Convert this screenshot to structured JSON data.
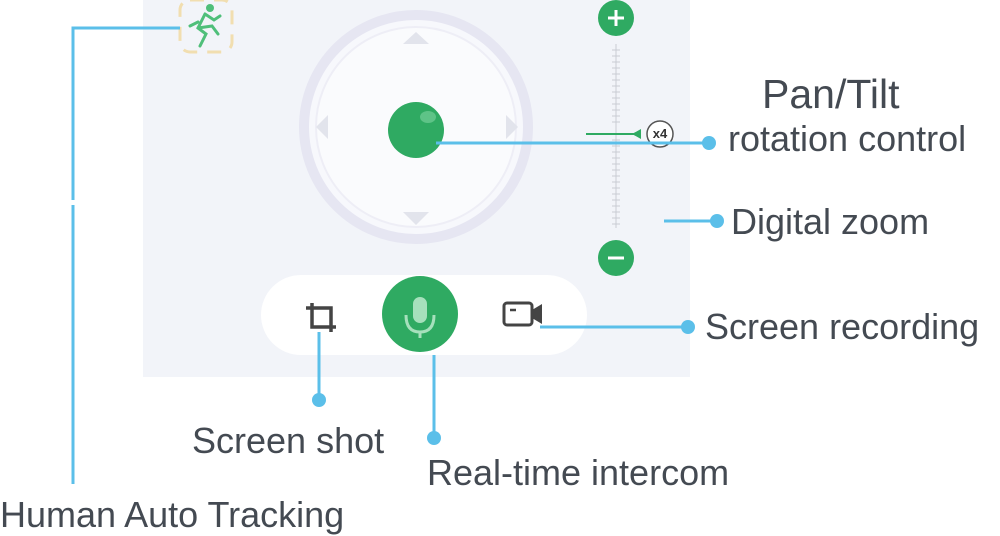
{
  "labels": {
    "pan_tilt_line1": "Pan/Tilt",
    "pan_tilt_line2": "rotation control",
    "digital_zoom": "Digital zoom",
    "screen_recording": "Screen recording",
    "screen_shot": "Screen shot",
    "real_time_intercom": "Real-time intercom",
    "human_auto_tracking": "Human Auto Tracking"
  },
  "zoom": {
    "badge": "x4",
    "plus_symbol": "+",
    "minus_symbol": "−"
  },
  "icons": {
    "tracking": "running-person-icon",
    "joystick": "joystick-knob-icon",
    "screenshot": "crop-icon",
    "intercom": "microphone-icon",
    "recording": "video-camera-icon"
  },
  "colors": {
    "accent": "#2faa62",
    "callout": "#5bbfe9",
    "panel": "#f2f4f9",
    "ring": "#e6e6f2",
    "text": "#444a52"
  }
}
